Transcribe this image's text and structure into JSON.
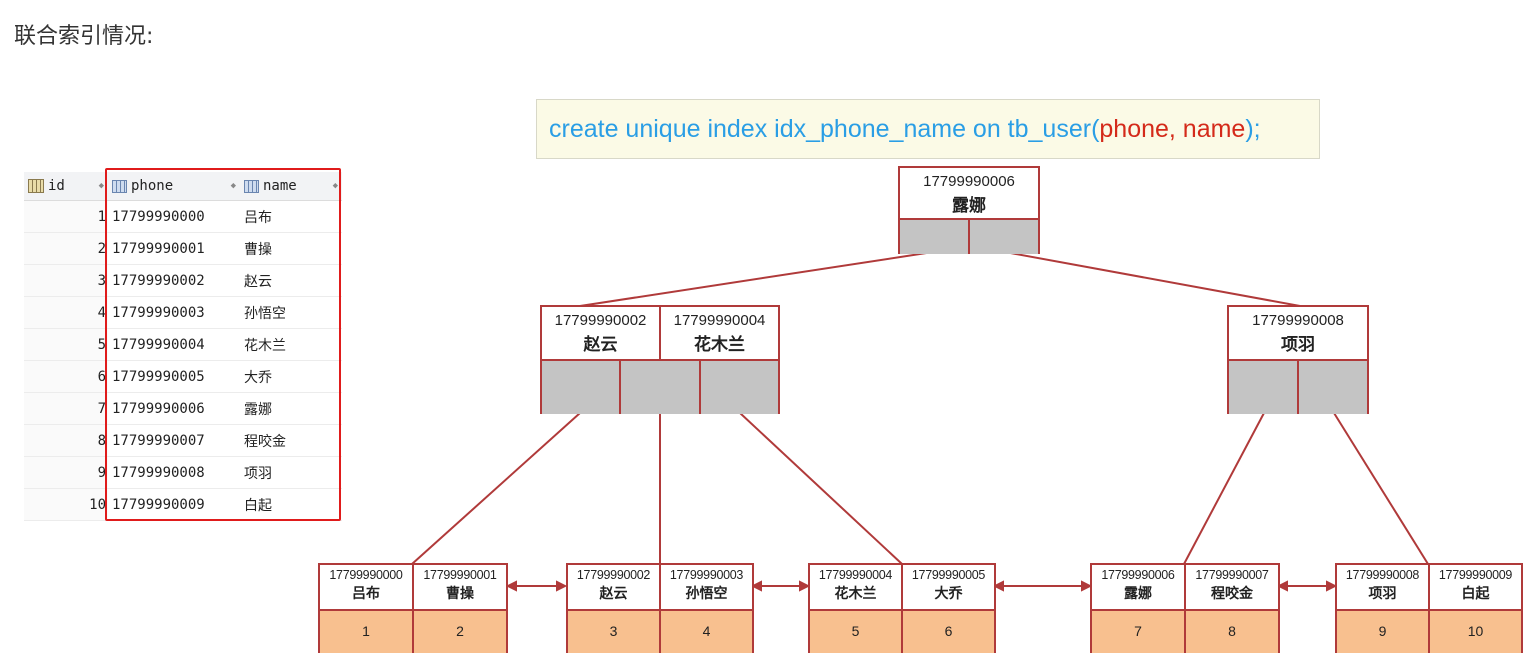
{
  "heading": "联合索引情况:",
  "sql": {
    "prefix": "create unique index idx_phone_name on tb_user(",
    "cols": "phone, name",
    "suffix": ");"
  },
  "table": {
    "headers": {
      "id": "id",
      "phone": "phone",
      "name": "name"
    },
    "rows": [
      {
        "id": "1",
        "phone": "17799990000",
        "name": "吕布"
      },
      {
        "id": "2",
        "phone": "17799990001",
        "name": "曹操"
      },
      {
        "id": "3",
        "phone": "17799990002",
        "name": "赵云"
      },
      {
        "id": "4",
        "phone": "17799990003",
        "name": "孙悟空"
      },
      {
        "id": "5",
        "phone": "17799990004",
        "name": "花木兰"
      },
      {
        "id": "6",
        "phone": "17799990005",
        "name": "大乔"
      },
      {
        "id": "7",
        "phone": "17799990006",
        "name": "露娜"
      },
      {
        "id": "8",
        "phone": "17799990007",
        "name": "程咬金"
      },
      {
        "id": "9",
        "phone": "17799990008",
        "name": "项羽"
      },
      {
        "id": "10",
        "phone": "17799990009",
        "name": "白起"
      }
    ]
  },
  "tree": {
    "root": {
      "keys": [
        {
          "phone": "17799990006",
          "name": "露娜"
        }
      ],
      "pointers": 2
    },
    "left": {
      "keys": [
        {
          "phone": "17799990002",
          "name": "赵云"
        },
        {
          "phone": "17799990004",
          "name": "花木兰"
        }
      ],
      "pointers": 3
    },
    "right": {
      "keys": [
        {
          "phone": "17799990008",
          "name": "项羽"
        }
      ],
      "pointers": 2
    },
    "leaves": [
      {
        "keys": [
          {
            "phone": "17799990000",
            "name": "吕布"
          },
          {
            "phone": "17799990001",
            "name": "曹操"
          }
        ],
        "ids": [
          "1",
          "2"
        ]
      },
      {
        "keys": [
          {
            "phone": "17799990002",
            "name": "赵云"
          },
          {
            "phone": "17799990003",
            "name": "孙悟空"
          }
        ],
        "ids": [
          "3",
          "4"
        ]
      },
      {
        "keys": [
          {
            "phone": "17799990004",
            "name": "花木兰"
          },
          {
            "phone": "17799990005",
            "name": "大乔"
          }
        ],
        "ids": [
          "5",
          "6"
        ]
      },
      {
        "keys": [
          {
            "phone": "17799990006",
            "name": "露娜"
          },
          {
            "phone": "17799990007",
            "name": "程咬金"
          }
        ],
        "ids": [
          "7",
          "8"
        ]
      },
      {
        "keys": [
          {
            "phone": "17799990008",
            "name": "项羽"
          },
          {
            "phone": "17799990009",
            "name": "白起"
          }
        ],
        "ids": [
          "9",
          "10"
        ]
      }
    ]
  },
  "colors": {
    "node_border": "#b03a3a",
    "pointer_fill": "#c4c4c4",
    "leaf_row_fill": "#f8c08f",
    "sql_text": "#2a9ee5",
    "sql_highlight": "#d42a1a",
    "frame": "#e01b1b"
  }
}
